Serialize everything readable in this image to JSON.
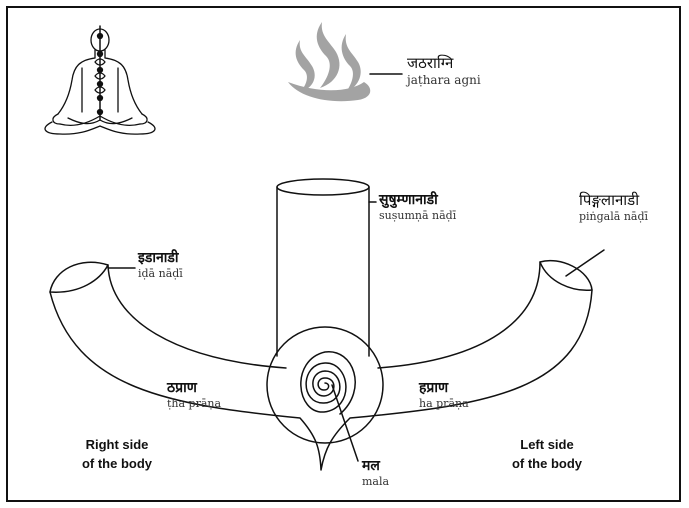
{
  "labels": {
    "jathara_dev": "जठराग्नि",
    "jathara_tr": "jaṭhara agni",
    "sushumna_dev": "सुषुम्णानाडी",
    "sushumna_tr": "suṣumṇā nāḍī",
    "pingala_dev": "पिङ्गलानाडी",
    "pingala_tr": "piṅgalā nāḍī",
    "ida_dev": "इडानाडी",
    "ida_tr": "iḍā nāḍī",
    "tha_dev": "ठप्राण",
    "tha_tr": "ṭha prāṇa",
    "ha_dev": "हप्राण",
    "ha_tr": "ha prāṇa",
    "mala_dev": "मल",
    "mala_tr": "mala",
    "right_side_line1": "Right side",
    "right_side_line2": "of the body",
    "left_side_line1": "Left side",
    "left_side_line2": "of the body"
  },
  "icons": [
    "meditating-figure-icon",
    "flame-icon"
  ],
  "colors": {
    "stroke": "#111111",
    "flame": "#9a9a9a",
    "background": "#ffffff"
  }
}
